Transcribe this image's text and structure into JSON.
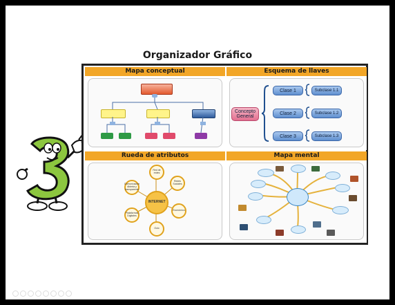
{
  "slide": {
    "title": "Organizador Gráfico",
    "mascot_icon": "number-three-mascot-icon"
  },
  "panels": {
    "concept_map": {
      "header": "Mapa conceptual"
    },
    "braces": {
      "header": "Esquema de llaves",
      "concept": "Concepto General",
      "classes": [
        "Clase 1",
        "Clase 2",
        "Clase 3"
      ],
      "subclasses": [
        "Subclase 1.1",
        "Subclase 1.2",
        "Subclase 1.3"
      ]
    },
    "wheel": {
      "header": "Rueda de atributos",
      "center": "INTERNET",
      "attributes": [
        "Red de redes",
        "Redes Sociales",
        "Económico",
        "Ocio",
        "Plataformas Digitales",
        "Comunicación Abierta y transparente"
      ]
    },
    "mind_map": {
      "header": "Mapa mental"
    }
  },
  "controls": [
    "prev-slide-icon",
    "next-slide-icon",
    "pen-icon",
    "highlighter-icon",
    "zoom-icon",
    "grid-icon",
    "subtitles-icon",
    "more-options-icon"
  ],
  "colors": {
    "header_orange": "#f2a627",
    "slide_bg": "#ffffff",
    "frame": "#000000"
  }
}
